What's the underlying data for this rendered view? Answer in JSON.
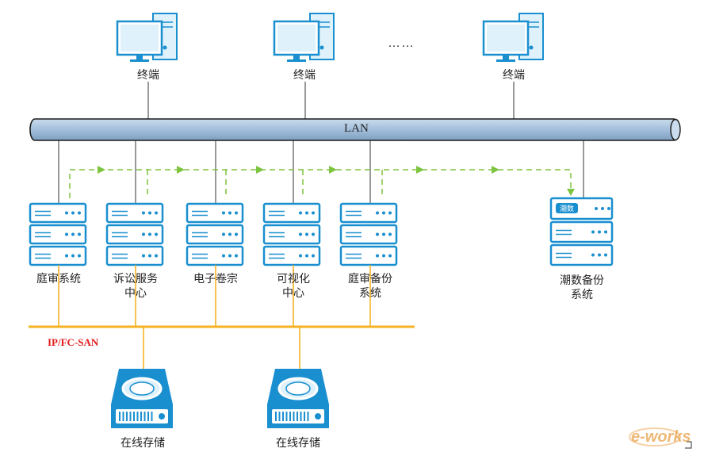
{
  "terminals": [
    {
      "label": "终端"
    },
    {
      "label": "终端"
    },
    {
      "label": "终端"
    }
  ],
  "terminal_ellipsis": "……",
  "lan_label": "LAN",
  "san_label": "IP/FC-SAN",
  "servers": [
    {
      "line1": "庭审系统",
      "line2": ""
    },
    {
      "line1": "诉讼服务",
      "line2": "中心"
    },
    {
      "line1": "电子卷宗",
      "line2": ""
    },
    {
      "line1": "可视化",
      "line2": "中心"
    },
    {
      "line1": "庭审备份",
      "line2": "系统"
    }
  ],
  "backup_system": {
    "line1": "潮数备份",
    "line2": "系统",
    "logo_text": "潮数"
  },
  "storage": [
    {
      "label": "在线存储"
    },
    {
      "label": "在线存储"
    }
  ],
  "watermark": "e-works",
  "colors": {
    "device_blue": "#1a8fd0",
    "device_fill": "#dff1fb",
    "lan_fill": "#a9c4de",
    "lan_edge": "#1a1a1a",
    "backup_flow": "#7dc43f",
    "san_line": "#f5b324",
    "san_text": "#e31b1b"
  }
}
